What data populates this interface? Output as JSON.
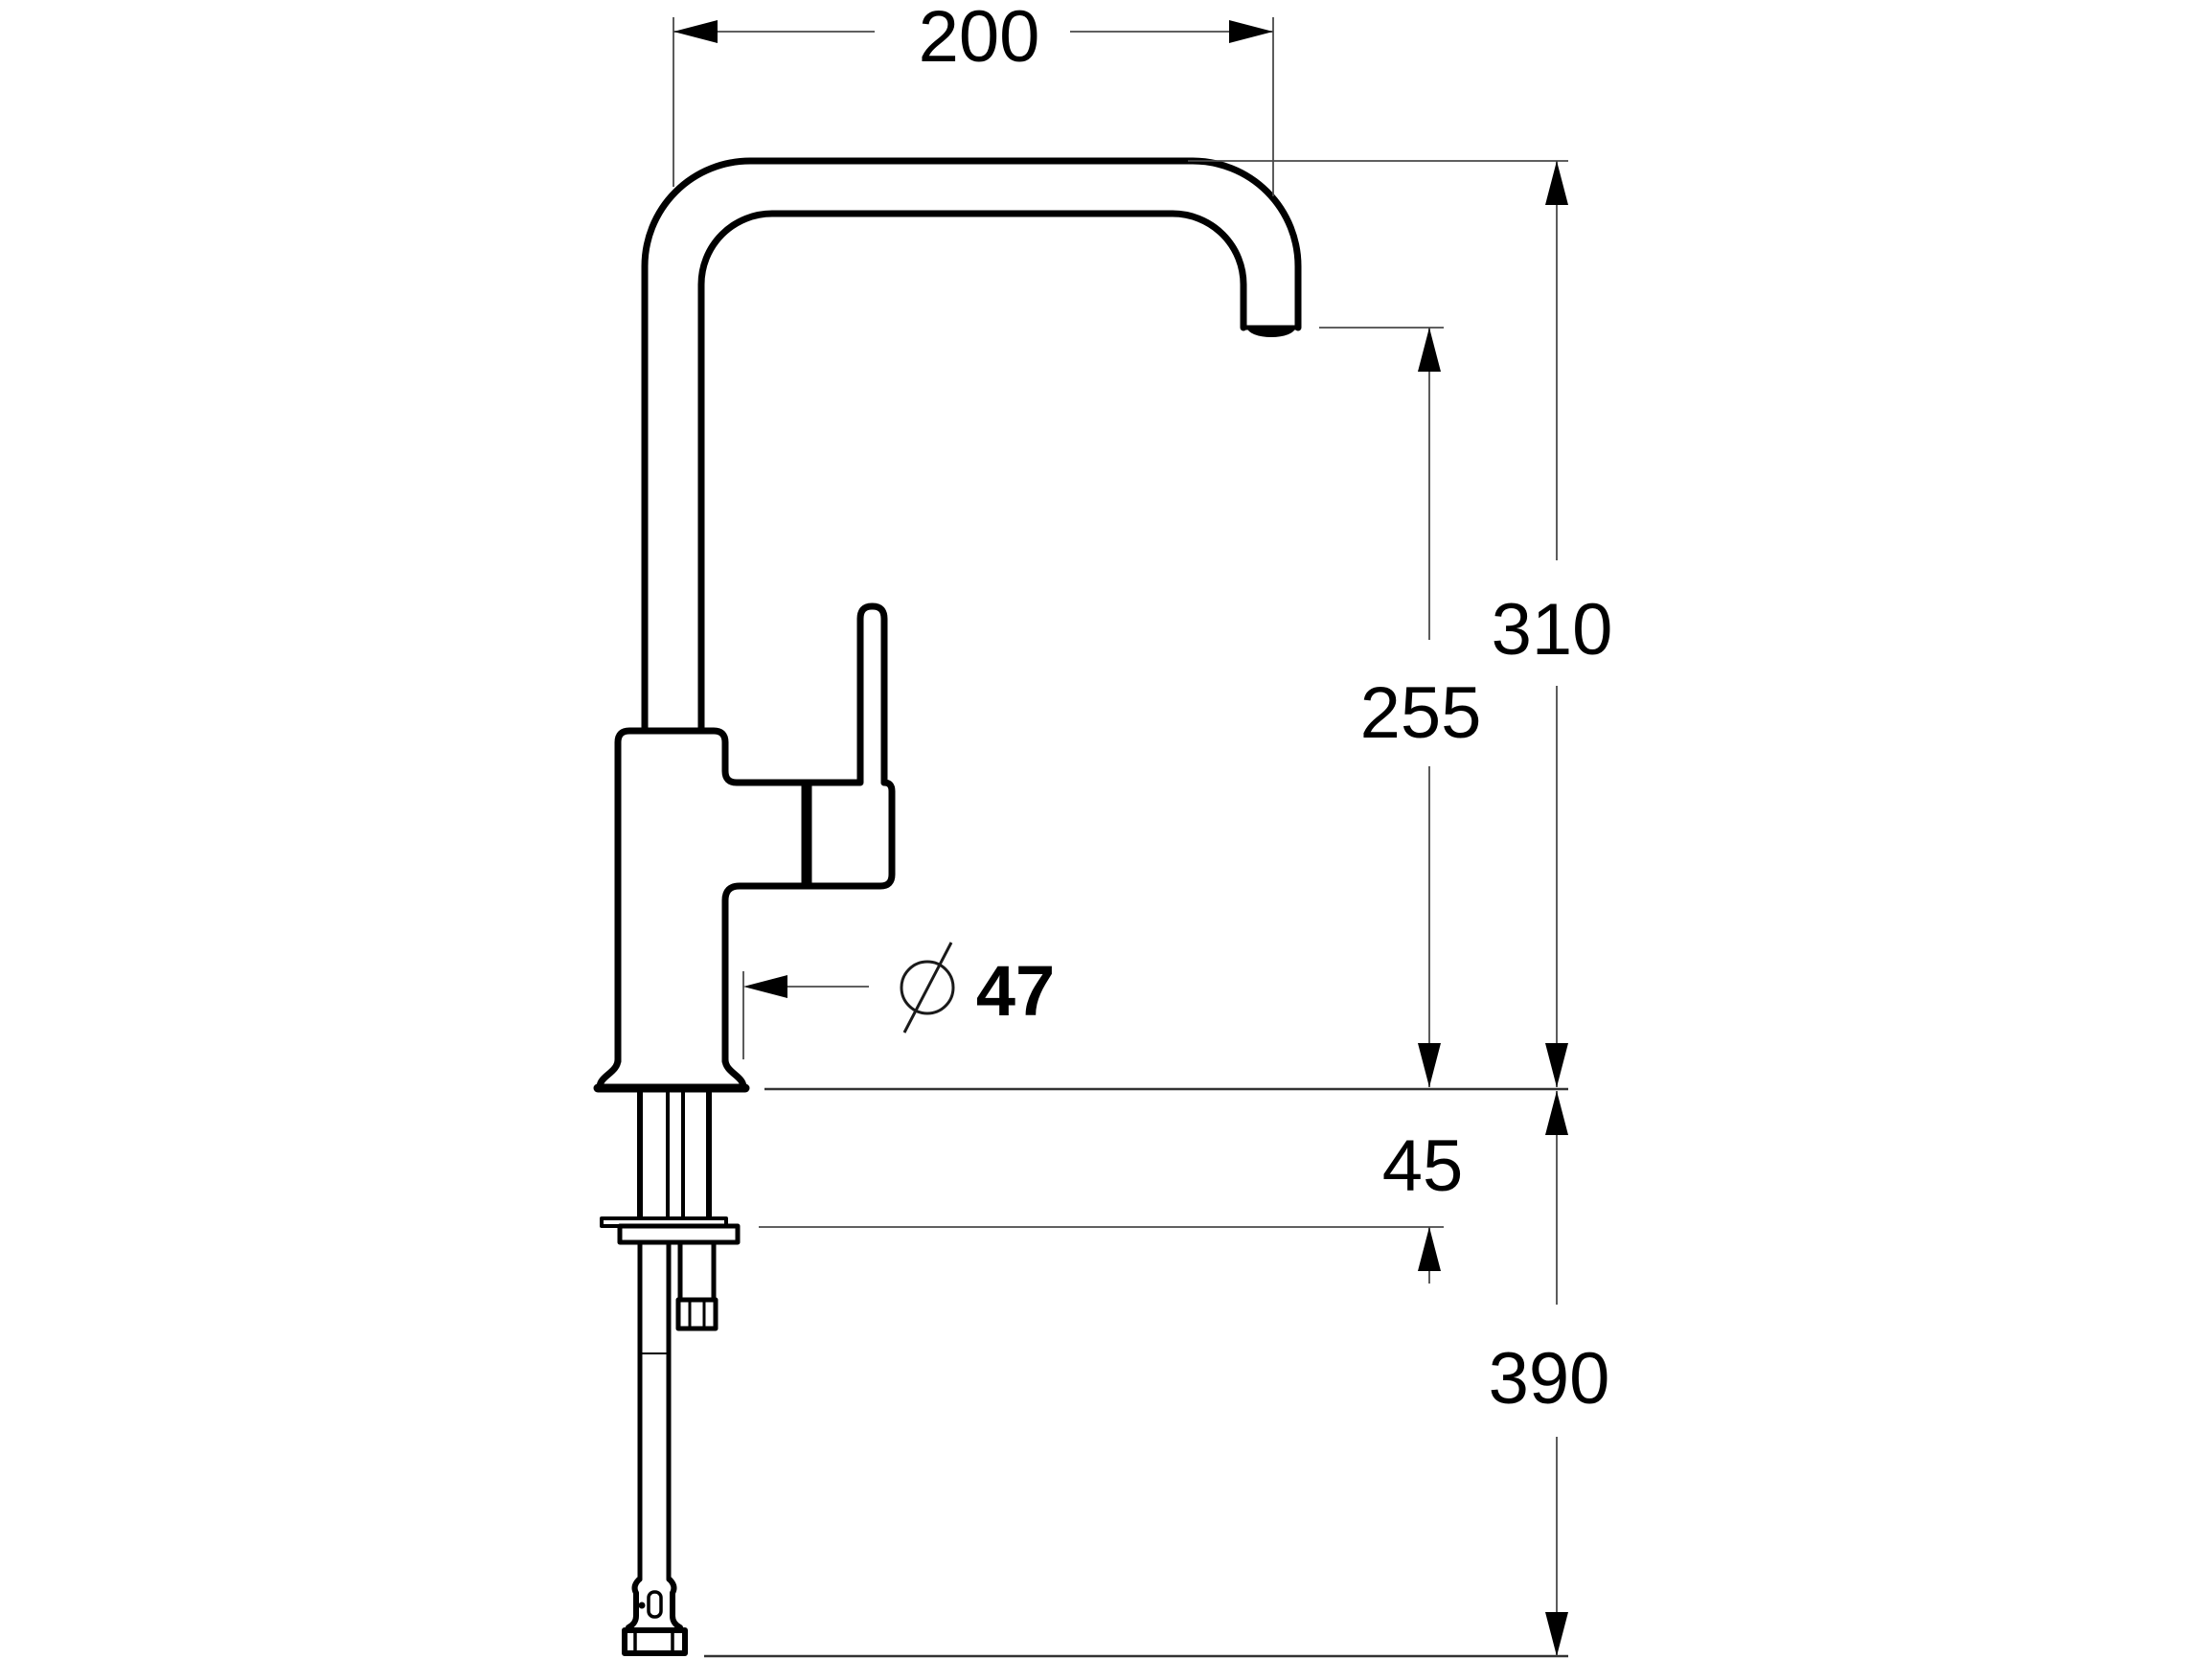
{
  "drawing": {
    "labels": {
      "spout_reach": "200",
      "overall_height": "310",
      "spout_outlet_height": "255",
      "deck_to_nut": "45",
      "below_deck_length": "390",
      "base_diameter": "47",
      "base_diameter_symbol": "⌀"
    },
    "colors": {
      "outline": "#000000",
      "dimension_lines": "#4a4a4a",
      "reference_lines": "#333333",
      "arrow_fill": "#000000",
      "text": "#000000",
      "background": "#ffffff"
    }
  }
}
